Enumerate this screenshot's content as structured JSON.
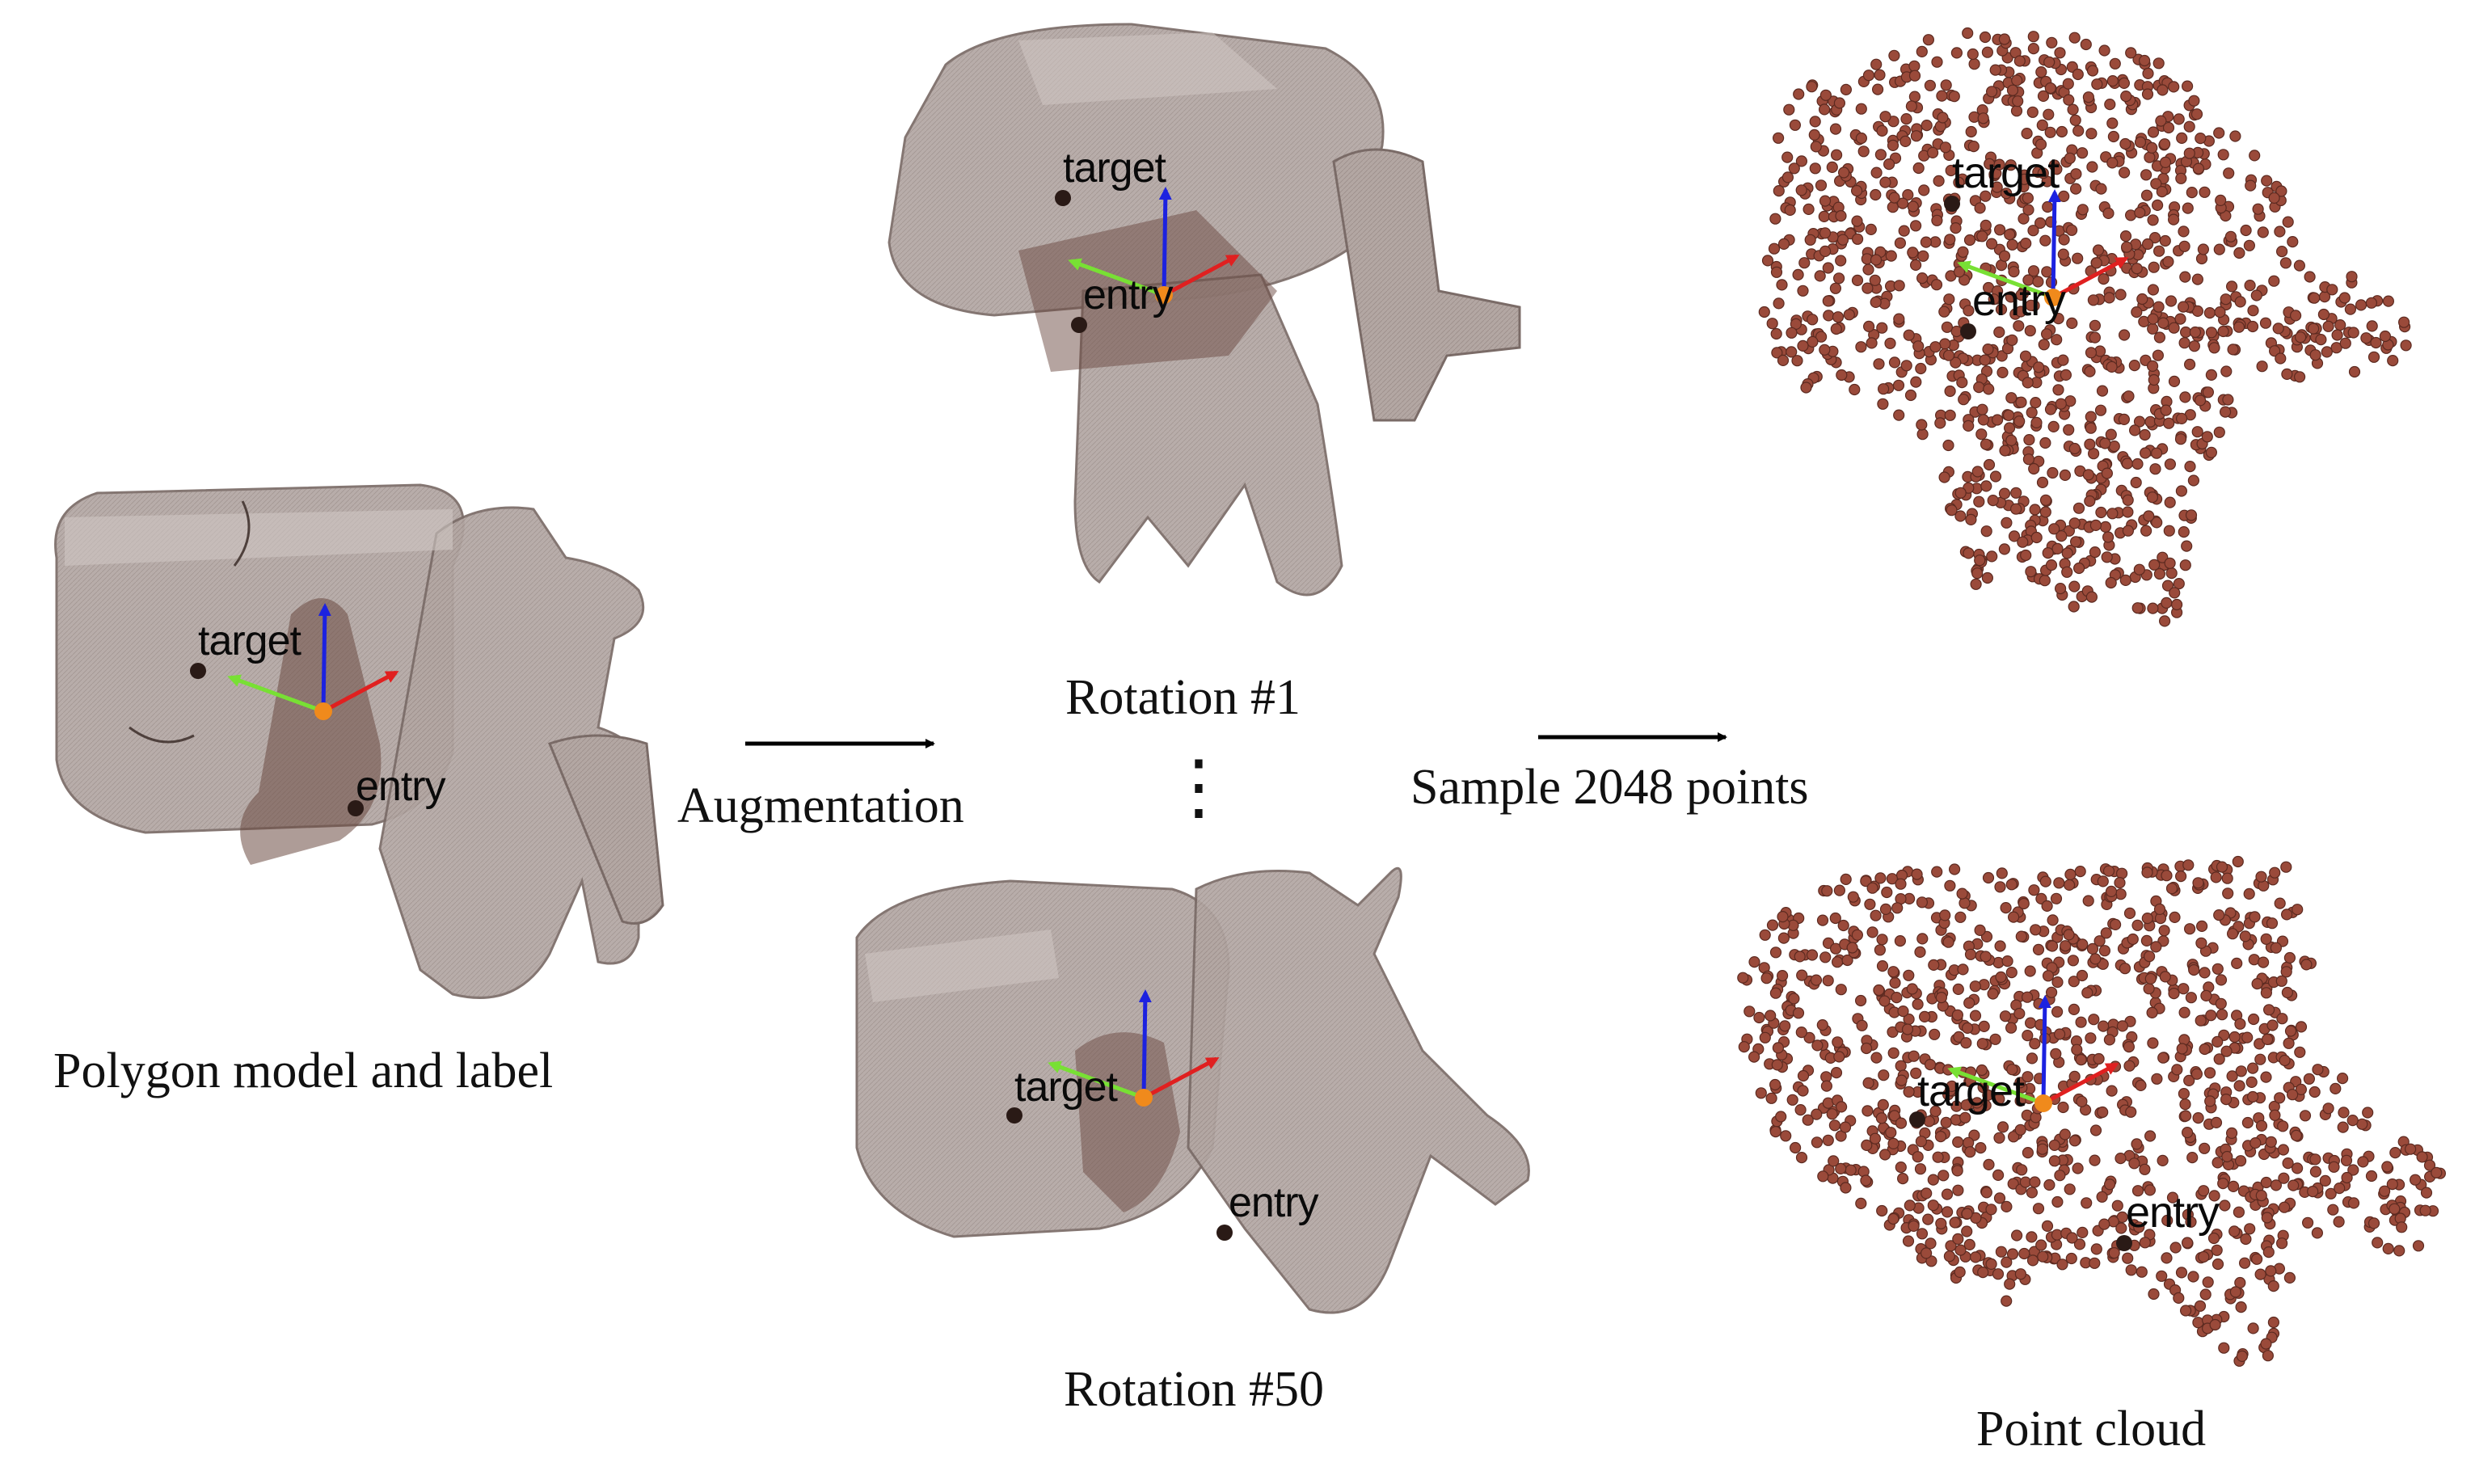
{
  "captions": {
    "polygon": "Polygon model and label",
    "rotation_first": "Rotation #1",
    "rotation_last": "Rotation #50",
    "augmentation": "Augmentation",
    "sample": "Sample 2048 points",
    "point_cloud": "Point cloud",
    "ellipsis": "⋮"
  },
  "markers": {
    "target": "target",
    "entry": "entry"
  },
  "colors": {
    "mesh_fill": "#a89b97",
    "mesh_stroke": "#6f5f5a",
    "mesh_dark": "#6b4a42",
    "point": "#9a4a3a",
    "axis_x": "#e02020",
    "axis_y": "#78e034",
    "axis_z": "#1c22e0",
    "origin": "#f08a1c",
    "marker": "#2a1a16"
  },
  "point_cloud": {
    "sample_count": 2048
  }
}
